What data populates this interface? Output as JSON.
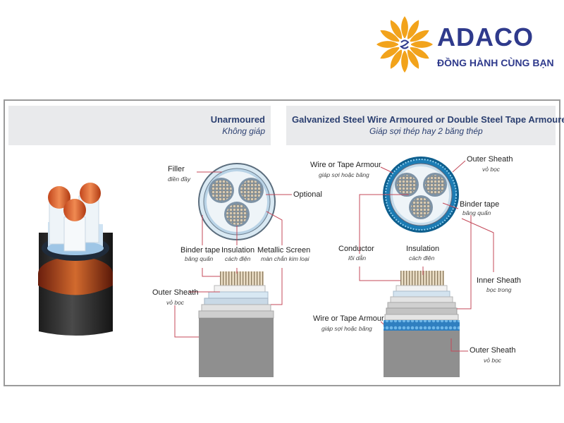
{
  "brand": {
    "name": "ADACO",
    "slogan": "ĐỒNG HÀNH CÙNG BẠN",
    "colors": {
      "petals": "#f2a31b",
      "text": "#2f3a8c",
      "center": "#2f3a8c"
    }
  },
  "headers": {
    "left": {
      "title": "Unarmoured",
      "subtitle": "Không giáp"
    },
    "right": {
      "title": "Galvanized Steel Wire Armoured or Double Steel Tape Armoured",
      "subtitle": "Giáp sợi thép hay 2 băng thép"
    }
  },
  "unarmoured_labels": {
    "filler": {
      "en": "Filler",
      "vi": "điền đầy"
    },
    "optional": {
      "en": "Optional"
    },
    "binder_tape": {
      "en": "Binder tape",
      "vi": "băng quấn"
    },
    "insulation": {
      "en": "Insulation",
      "vi": "cách điện"
    },
    "metallic_screen": {
      "en": "Metallic Screen",
      "vi": "màn chắn kim loại"
    },
    "outer_sheath": {
      "en": "Outer Sheath",
      "vi": "vỏ bọc"
    }
  },
  "armoured_labels": {
    "wire_tape_armour_top": {
      "en": "Wire or Tape Armour",
      "vi": "giáp sợi hoặc băng"
    },
    "outer_sheath_top": {
      "en": "Outer Sheath",
      "vi": "vỏ bọc"
    },
    "binder_tape": {
      "en": "Binder tape",
      "vi": "băng quấn"
    },
    "conductor": {
      "en": "Conductor",
      "vi": "lõi dẫn"
    },
    "insulation": {
      "en": "Insulation",
      "vi": "cách điện"
    },
    "inner_sheath": {
      "en": "Inner Sheath",
      "vi": "bọc trong"
    },
    "wire_tape_armour_bottom": {
      "en": "Wire or Tape Armour",
      "vi": "giáp sợi hoặc băng"
    },
    "outer_sheath_bottom": {
      "en": "Outer Sheath",
      "vi": "vỏ bọc"
    }
  },
  "colors": {
    "leader_line": "#c44a5a",
    "header_bg": "#e9eaec",
    "header_text": "#2b3f70",
    "armour_blue": "#2f7fc0"
  }
}
